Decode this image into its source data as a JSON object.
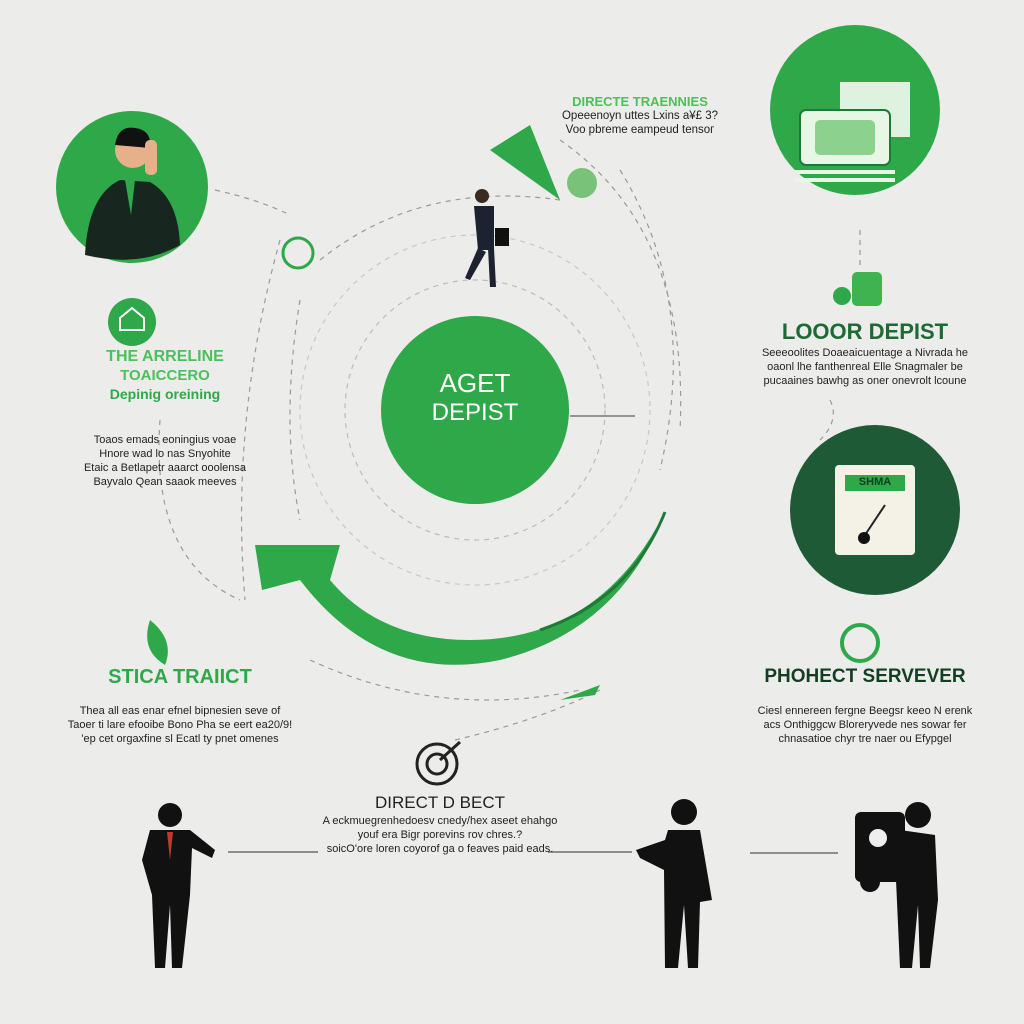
{
  "colors": {
    "green": "#2fa84a",
    "dark_green": "#1f5a36",
    "background": "#ececeb",
    "text": "#222222"
  },
  "top_note": {
    "title": "DIRECTE TRAENNIES",
    "lines": [
      "Opeeenoyn uttes Lxins a¥£ 3?",
      "Voo pbreme eampeud tensoг"
    ]
  },
  "center": {
    "line1": "AGET",
    "line2": "DEPIST"
  },
  "left_block": {
    "title": [
      "THE ARRELINE",
      "TOAICCERO",
      "Depinig oreining"
    ],
    "lines": [
      "Toaos emads eoningius voae",
      "Hnore wad lo nas Snyohite",
      "Etaic a Betlapetr aaarct ooolensa",
      "Bayvalo Qean saaok meeves"
    ]
  },
  "right_top_block": {
    "title": "LOOOR DEPIST",
    "lines": [
      "Seeeoolites Doaeaicuentage a Nivrada he",
      "oaonl lhe fanthenreal Elle Snagmaler be",
      "pucaaines bawhg as oner onevrolt lcoune"
    ]
  },
  "right_card": {
    "label": "SHMA"
  },
  "left_bottom_block": {
    "title": "STICA TRAIICT",
    "lines": [
      "Thea all eas enar efnel bipnesien seve of",
      "Taoer ti lare efooibe Bono Pha sе eert ea20/9!",
      "'eр cet orgaxfine sl Ecatl ty pnet omenes"
    ]
  },
  "right_bottom_block": {
    "title": "PHOHECT SERVEVER",
    "lines": [
      "Ciesl ennereen fergne Beegsr keeo N erenk",
      "acs Onthiggcw Bloreryvede nes sowar fer",
      "chnasatioe chyr tre naer ou Efypgel"
    ]
  },
  "bottom_block": {
    "title": "DIRECT D BECT",
    "lines": [
      "A eckmuegrenhedoeѕv cnedy/hex aseet ehahgo",
      "youf era Bigr porevins rov chres.?",
      "soicO'ore loren coyorof ga o feaves paid eads."
    ]
  },
  "icons": [
    "person-phone-icon",
    "money-document-icon",
    "walking-person-icon",
    "card-key-icon",
    "target-icon",
    "businessman-silhouette-icon"
  ]
}
